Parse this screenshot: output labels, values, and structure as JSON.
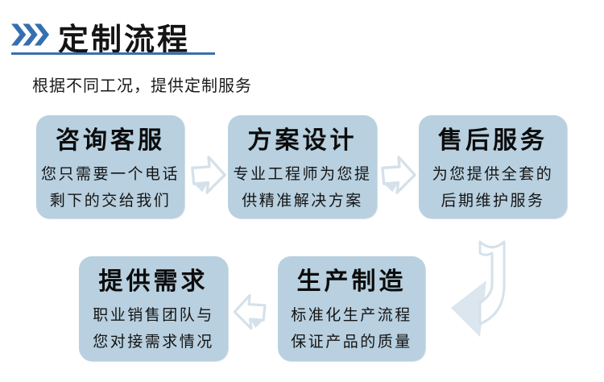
{
  "header": {
    "title": "定制流程",
    "subtitle": "根据不同工况，提供定制服务",
    "decoration": "triple-chevron-right-icon"
  },
  "flow": {
    "steps": [
      {
        "title": "咨询客服",
        "line1": "您只需要一个电话",
        "line2": "剩下的交给我们"
      },
      {
        "title": "方案设计",
        "line1": "专业工程师为您提",
        "line2": "供精准解决方案"
      },
      {
        "title": "售后服务",
        "line1": "为您提供全套的",
        "line2": "后期维护服务"
      },
      {
        "title": "提供需求",
        "line1": "职业销售团队与",
        "line2": "您对接需求情况"
      },
      {
        "title": "生产制造",
        "line1": "标准化生产流程",
        "line2": "保证产品的质量"
      }
    ],
    "arrows": [
      {
        "name": "arrow-step1-to-step2",
        "direction": "right",
        "style": "outline"
      },
      {
        "name": "arrow-step2-to-step3",
        "direction": "right",
        "style": "outline"
      },
      {
        "name": "arrow-step3-down-turn",
        "direction": "down-left",
        "style": "curved-ribbon"
      },
      {
        "name": "arrow-step5-to-step4",
        "direction": "left",
        "style": "outline"
      }
    ]
  },
  "colors": {
    "accent_blue": "#3470b0",
    "underline_blue": "#3a6fad",
    "box_fill": "#b8d0df",
    "arrow_outline": "#d5e1ea",
    "arrow_solid": "#dbe6ee",
    "text": "#141414",
    "background": "#ffffff"
  }
}
